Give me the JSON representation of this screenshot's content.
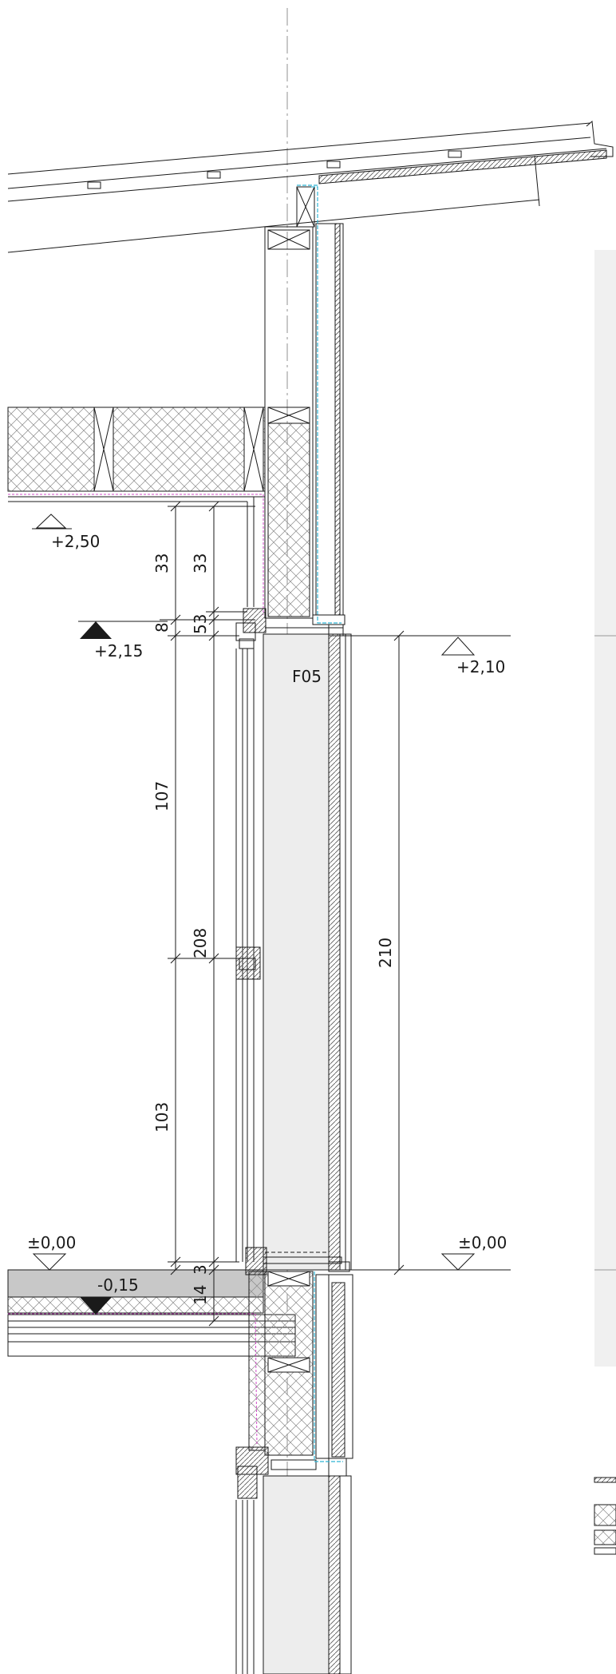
{
  "levels": {
    "upper_floor": "+2,50",
    "lintel_inner": "+2,15",
    "door_head": "+2,10",
    "floor_left": "±0,00",
    "floor_right": "±0,00",
    "slab_bottom": "-0,15"
  },
  "dimensions": {
    "d33a": "33",
    "d33b": "33",
    "d8": "8",
    "d53": "53",
    "d107": "107",
    "d208": "208",
    "d103": "103",
    "d3": "3",
    "d14": "14",
    "d210": "210"
  },
  "tags": {
    "element_id": "F05"
  },
  "colors": {
    "line": "#1a1a1a",
    "membrane": "#2fb4d4",
    "vapor_barrier": "#d04cc8",
    "glass_fill": "#ededed",
    "slab_fill": "#c8c8c8",
    "panel_fill": "#f0f0f0"
  }
}
